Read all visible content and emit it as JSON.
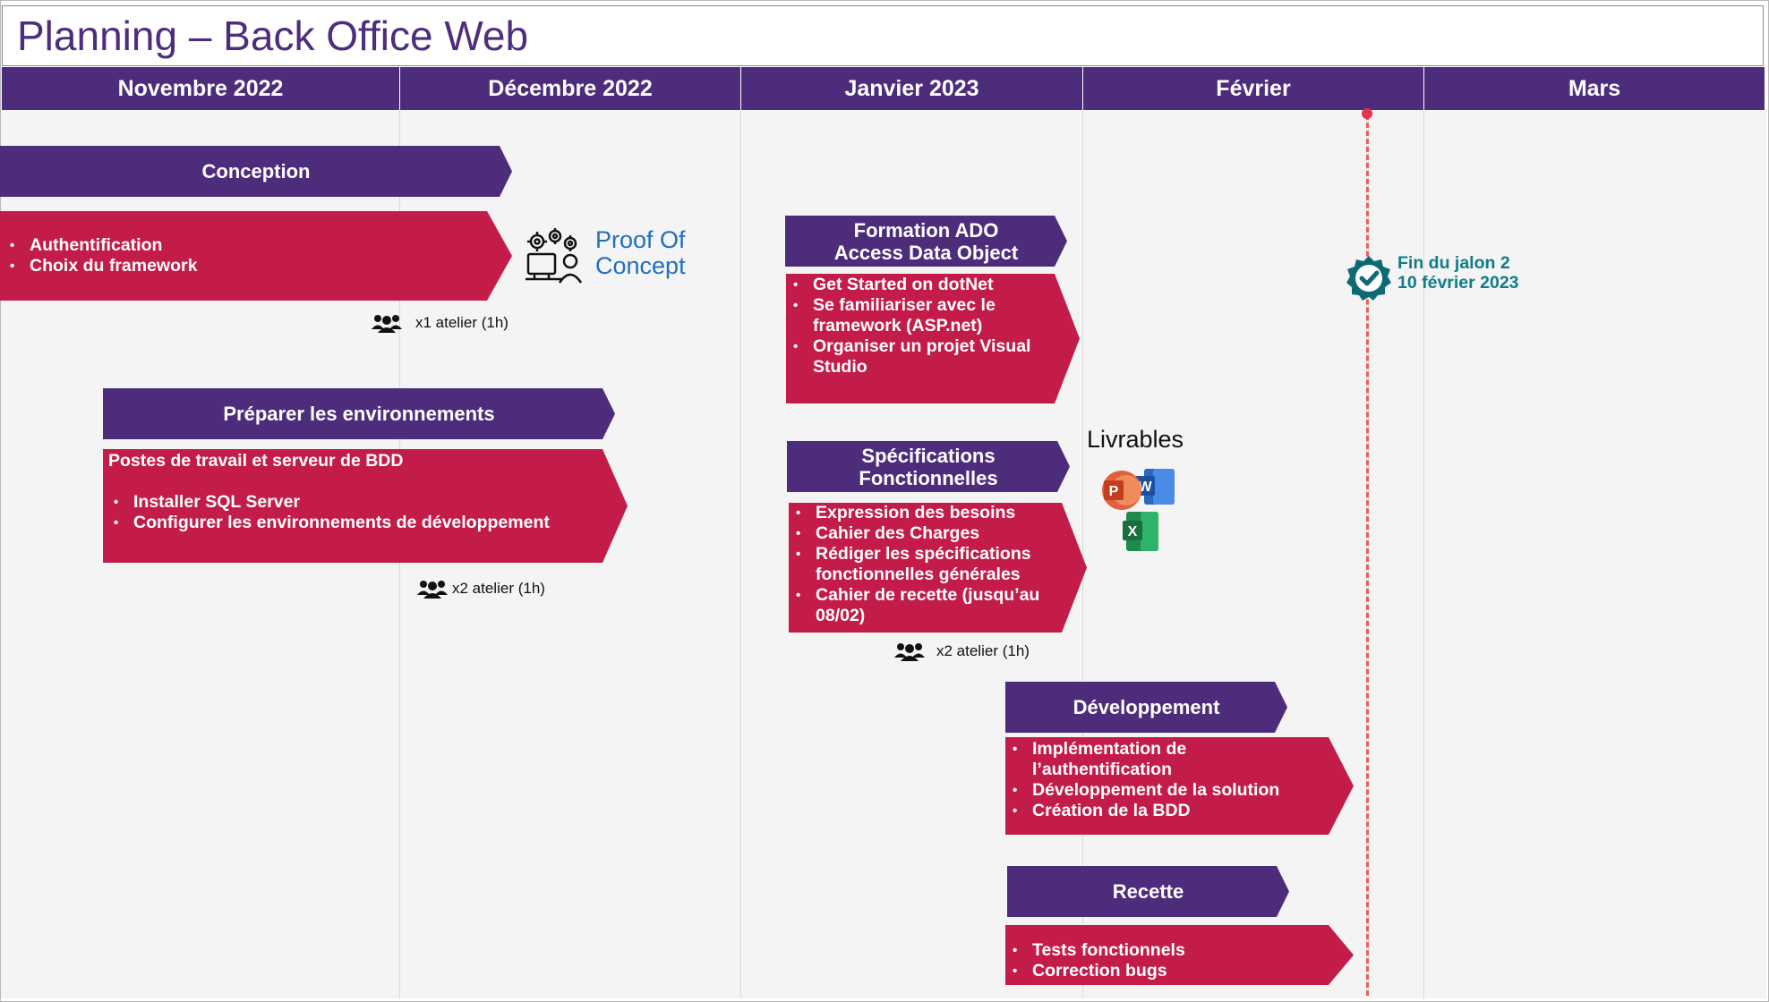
{
  "title": "Planning – Back Office Web",
  "months": [
    "Novembre 2022",
    "Décembre 2022",
    "Janvier 2023",
    "Février",
    "Mars"
  ],
  "colors": {
    "purple": "#4e2c7c",
    "red": "#c31c48",
    "milestone": "#0f7d88",
    "milestone_line": "#f05a5a"
  },
  "tasks": {
    "conception": {
      "label": "Conception",
      "items": [
        "Authentification",
        "Choix du framework"
      ],
      "meta": "x1 atelier (1h)"
    },
    "environnements": {
      "label": "Préparer les environnements",
      "intro": "Postes de travail et serveur de BDD",
      "items": [
        "Installer SQL Server",
        "Configurer les environnements de développement"
      ],
      "meta": "x2 atelier (1h)"
    },
    "formation": {
      "label_line1": "Formation ADO",
      "label_line2": "Access Data Object",
      "items": [
        "Get Started on dotNet",
        "Se familiariser avec le framework (ASP.net)",
        "Organiser un projet Visual Studio"
      ]
    },
    "specifications": {
      "label_line1": "Spécifications",
      "label_line2": "Fonctionnelles",
      "items": [
        "Expression des besoins",
        "Cahier des Charges",
        "Rédiger les spécifications fonctionnelles générales",
        "Cahier de recette (jusqu’au 08/02)"
      ],
      "meta": "x2 atelier (1h)"
    },
    "developpement": {
      "label": "Développement",
      "items": [
        "Implémentation de l’authentification",
        "Développement de la solution",
        "Création de la BDD"
      ]
    },
    "recette": {
      "label": "Recette",
      "items": [
        "Tests fonctionnels",
        "Correction bugs"
      ]
    }
  },
  "poc": {
    "line1": "Proof Of",
    "line2": "Concept",
    "icon": "proof-of-concept-icon"
  },
  "livrables": {
    "label": "Livrables",
    "icons": [
      "powerpoint-icon",
      "word-icon",
      "excel-icon"
    ],
    "letters": [
      "P",
      "W",
      "X"
    ]
  },
  "milestone": {
    "line1": "Fin du jalon 2",
    "line2": "10 février 2023",
    "icon": "check-badge-icon"
  }
}
